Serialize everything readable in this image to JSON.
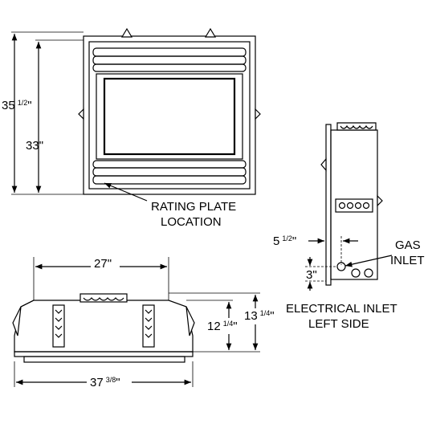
{
  "front_view": {
    "height_outer": {
      "whole": "35",
      "frac": "1/2",
      "unit": "\""
    },
    "height_inner": {
      "whole": "33",
      "frac": "",
      "unit": "\""
    },
    "note_line1": "RATING PLATE",
    "note_line2": "LOCATION"
  },
  "side_view": {
    "offset": {
      "whole": "5",
      "frac": "1/2",
      "unit": "\""
    },
    "inlet_height": {
      "whole": "3",
      "frac": "",
      "unit": "\""
    },
    "gas_line1": "GAS",
    "gas_line2": "INLET",
    "elec_line1": "ELECTRICAL INLET",
    "elec_line2": "LEFT SIDE"
  },
  "top_view": {
    "depth_top": {
      "whole": "27",
      "frac": "",
      "unit": "\""
    },
    "height_a": {
      "whole": "12",
      "frac": "1/4",
      "unit": "\""
    },
    "height_b": {
      "whole": "13",
      "frac": "1/4",
      "unit": "\""
    },
    "width_bottom": {
      "whole": "37",
      "frac": "3/8",
      "unit": "\""
    }
  }
}
